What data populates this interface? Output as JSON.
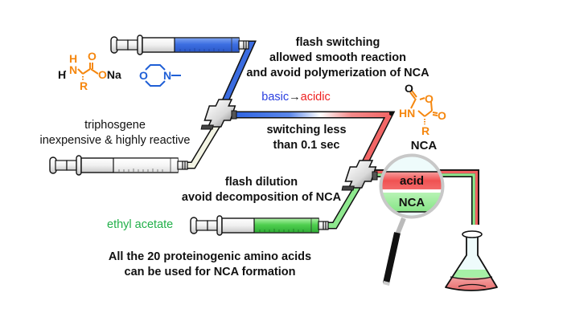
{
  "colors": {
    "basic": "#2f64e0",
    "acidic": "#ee2b2b",
    "acid_band": "#f04a4a",
    "nca_band": "#8ee88e",
    "solvent_green": "#22b04a",
    "amino_acid": "#f5870f",
    "nmm": "#1f5fd6",
    "triphosgene_tube": "#f2f4e6",
    "text": "#111111"
  },
  "labels": {
    "flash_switching": [
      "flash switching",
      "allowed smooth reaction",
      "and avoid polymerization of NCA"
    ],
    "basic": "basic",
    "arrow": "→",
    "acidic": "acidic",
    "switching_time": [
      "switching less",
      "than 0.1 sec"
    ],
    "triphosgene": [
      "triphosgene",
      "inexpensive & highly reactive"
    ],
    "flash_dilution": [
      "flash dilution",
      "avoid decomposition of NCA"
    ],
    "ethyl_acetate": "ethyl acetate",
    "scope": [
      "All the 20 proteinogenic amino acids",
      "can be used for NCA formation"
    ],
    "nca_caption": "NCA",
    "magnifier_acid": "acid",
    "magnifier_nca": "NCA"
  },
  "amino_acid_salt": {
    "H_left": "H",
    "N": "N",
    "H_top": "H",
    "O_top": "O",
    "ONa": "ONa",
    "R": "R"
  },
  "nmm": {
    "O": "O",
    "N": "N"
  },
  "nca_structure": {
    "O_exo1": "O",
    "O_ring": "O",
    "HN": "HN",
    "O_exo2": "O",
    "R": "R"
  },
  "syringes": [
    {
      "name": "amino-acid-base-syringe",
      "fill": "blue",
      "fill_fraction": 0.35
    },
    {
      "name": "triphosgene-syringe",
      "fill": "clear",
      "fill_fraction": 0.35
    },
    {
      "name": "ethyl-acetate-syringe",
      "fill": "green",
      "fill_fraction": 0.35
    }
  ]
}
